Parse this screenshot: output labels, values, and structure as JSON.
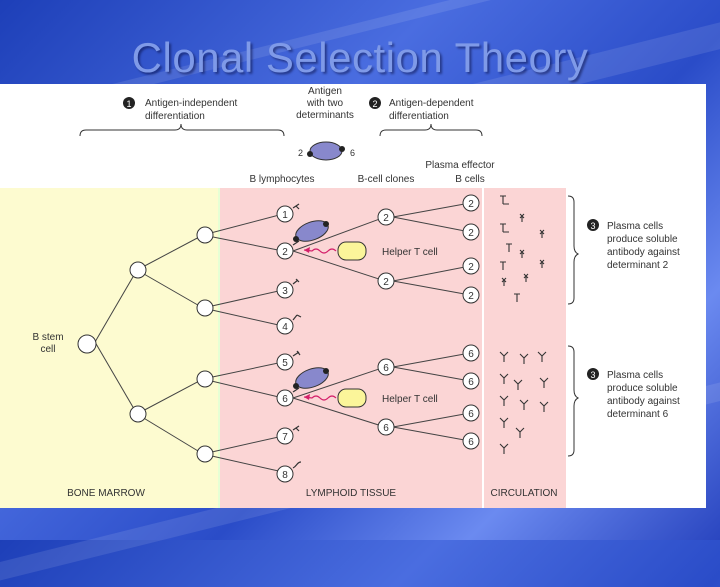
{
  "slide": {
    "title": "Clonal Selection Theory"
  },
  "header": {
    "step1_number": "1",
    "step1_line1": "Antigen-independent",
    "step1_line2": "differentiation",
    "antigen_line1": "Antigen",
    "antigen_line2": "with two",
    "antigen_line3": "determinants",
    "step2_number": "2",
    "step2_line1": "Antigen-dependent",
    "step2_line2": "differentiation",
    "determinant_left": "2",
    "determinant_right": "6",
    "plasma_effector_line1": "Plasma effector",
    "plasma_effector_line2": "B cells"
  },
  "columns": {
    "b_lymphocytes": "B lymphocytes",
    "b_cell_clones": "B-cell clones"
  },
  "stem_cell": {
    "line1": "B stem",
    "line2": "cell"
  },
  "lymphocyte_numbers": [
    "1",
    "2",
    "3",
    "4",
    "5",
    "6",
    "7",
    "8"
  ],
  "clone_numbers_top": [
    "2",
    "2"
  ],
  "clone_numbers_bottom": [
    "6",
    "6"
  ],
  "effector_numbers_top": [
    "2",
    "2",
    "2",
    "2"
  ],
  "effector_numbers_bottom": [
    "6",
    "6",
    "6",
    "6"
  ],
  "helper_t_top": "Helper T cell",
  "helper_t_bottom": "Helper T cell",
  "plasma_top": {
    "step_number": "3",
    "line1": "Plasma cells",
    "line2": "produce soluble",
    "line3": "antibody against",
    "line4": "determinant 2"
  },
  "plasma_bottom": {
    "step_number": "3",
    "line1": "Plasma cells",
    "line2": "produce soluble",
    "line3": "antibody against",
    "line4": "determinant 6"
  },
  "regions": {
    "bone_marrow": "BONE MARROW",
    "lymphoid_tissue": "LYMPHOID TISSUE",
    "circulation": "CIRCULATION"
  },
  "colors": {
    "bone_marrow_bg": "#fdfbd0",
    "lymphoid_bg": "#fbd5d5",
    "circulation_bg": "#fbd5d5",
    "antigen": "#8888cc",
    "helper_t": "#fbf59a",
    "arrow": "#d4206a"
  }
}
